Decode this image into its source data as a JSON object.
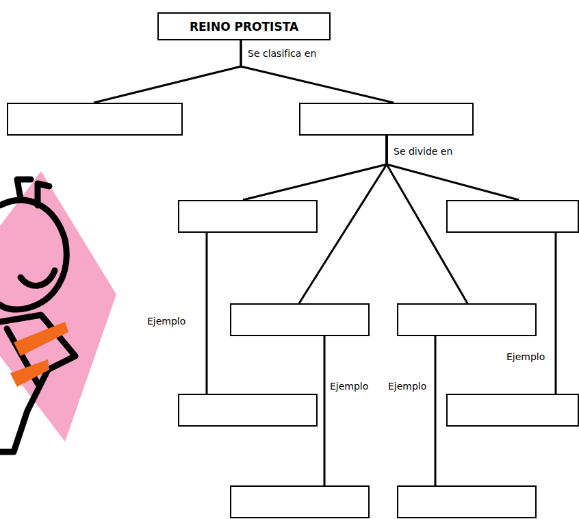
{
  "diagram": {
    "nodes": [
      {
        "text": [
          "REINO PROTISTA"
        ]
      },
      {
        "text": []
      },
      {
        "text": []
      },
      {
        "text": []
      },
      {
        "text": []
      },
      {
        "text": []
      },
      {
        "text": []
      },
      {
        "text": []
      },
      {
        "text": []
      },
      {
        "text": []
      },
      {
        "text": []
      }
    ],
    "edges": [
      {
        "from": 0,
        "to": 1,
        "arrow": "none",
        "label": "Se clasifica en"
      },
      {
        "from": 0,
        "to": 2,
        "arrow": "none"
      },
      {
        "from": 2,
        "to": 3,
        "arrow": "none",
        "label": "Se divide en"
      },
      {
        "from": 2,
        "to": 5,
        "arrow": "none"
      },
      {
        "from": 2,
        "to": 6,
        "arrow": "none"
      },
      {
        "from": 2,
        "to": 4,
        "arrow": "none"
      },
      {
        "from": 3,
        "to": 7,
        "arrow": "none",
        "label": "Ejemplo"
      },
      {
        "from": 5,
        "to": 9,
        "arrow": "none",
        "label": "Ejemplo"
      },
      {
        "from": 6,
        "to": 10,
        "arrow": "none",
        "label": "Ejemplo"
      },
      {
        "from": 4,
        "to": 8,
        "arrow": "none",
        "label": "Ejemplo"
      }
    ]
  }
}
